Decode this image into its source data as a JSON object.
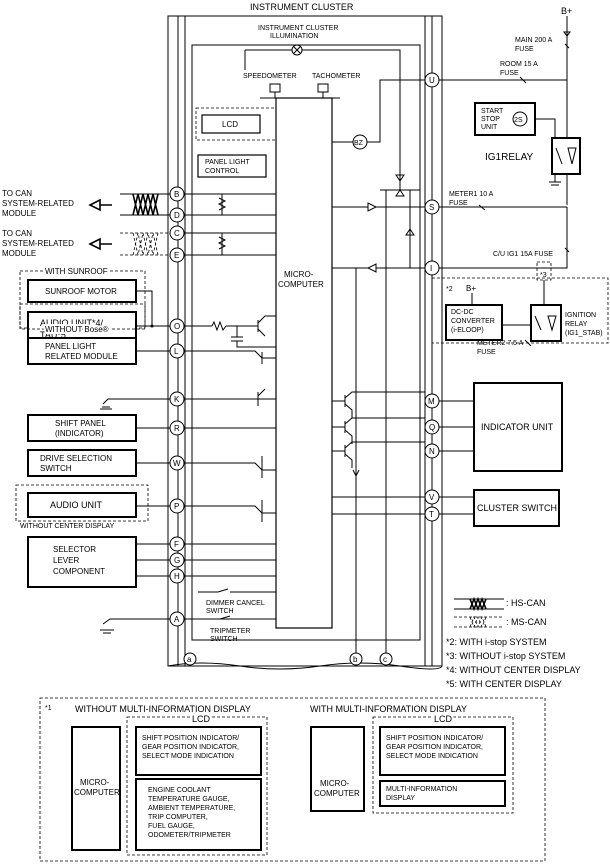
{
  "title": "INSTRUMENT CLUSTER",
  "supply": "B+",
  "top_labels": {
    "illumination": [
      "INSTRUMENT CLUSTER",
      "ILLUMINATION"
    ],
    "speedometer": "SPEEDOMETER",
    "tachometer": "TACHOMETER",
    "lcd": "LCD",
    "note1": "*1",
    "panel_light_control": [
      "PANEL LIGHT",
      "CONTROL"
    ],
    "buzzer": "BZ",
    "micro_computer": [
      "MICRO-",
      "COMPUTER"
    ]
  },
  "left_modules": {
    "can1": [
      "TO CAN",
      "SYSTEM-RELATED",
      "MODULE"
    ],
    "can2": [
      "TO CAN",
      "SYSTEM-RELATED",
      "MODULE"
    ],
    "with_sunroof": "WITH SUNROOF",
    "sunroof_motor": "SUNROOF MOTOR",
    "audio_tau": [
      "AUDIO UNIT*4/",
      "TAU*5"
    ],
    "without_bose": "WITHOUT Bose®",
    "panel_light_module": [
      "PANEL LIGHT",
      "RELATED MODULE"
    ],
    "shift_panel": [
      "SHIFT PANEL",
      "(INDICATOR)"
    ],
    "drive_selection": [
      "DRIVE SELECTION",
      "SWITCH"
    ],
    "audio_unit": "AUDIO UNIT",
    "without_center_display": "WITHOUT CENTER DISPLAY",
    "selector_lever": [
      "SELECTOR",
      "LEVER",
      "COMPONENT"
    ],
    "dimmer_cancel": [
      "DIMMER CANCEL",
      "SWITCH"
    ],
    "tripmeter": [
      "TRIPMETER",
      "SWITCH"
    ]
  },
  "terminals_left": [
    "B",
    "D",
    "C",
    "E",
    "O",
    "L",
    "K",
    "R",
    "W",
    "P",
    "F",
    "G",
    "H",
    "A"
  ],
  "terminals_right": [
    "U",
    "S",
    "I",
    "M",
    "Q",
    "N",
    "V",
    "T"
  ],
  "terminals_bottom": [
    "a",
    "b",
    "c"
  ],
  "right_modules": {
    "main_fuse": [
      "MAIN 200 A",
      "FUSE"
    ],
    "room_fuse": [
      "ROOM 15 A",
      "FUSE"
    ],
    "start_stop": [
      "START",
      "STOP",
      "UNIT"
    ],
    "two_s": "2S",
    "ig1_relay": "IG1RELAY",
    "meter1_fuse": [
      "METER1 10 A",
      "FUSE"
    ],
    "cu_ig1_fuse": "C/U IG1 15A FUSE",
    "note3": "*3",
    "note2": "*2",
    "dcdc": [
      "DC-DC",
      "CONVERTER",
      "(i-ELOOP)"
    ],
    "meter2_fuse": [
      "METER2 7.5 A",
      "FUSE"
    ],
    "ignition_relay": [
      "IGNITION",
      "RELAY",
      "(IG1_STAB)"
    ],
    "indicator_unit": "INDICATOR UNIT",
    "cluster_switch": "CLUSTER SWITCH"
  },
  "legend": {
    "hs_can": ": HS-CAN",
    "ms_can": ": MS-CAN",
    "notes": [
      "*2: WITH i-stop SYSTEM",
      "*3: WITHOUT i-stop SYSTEM",
      "*4: WITHOUT CENTER DISPLAY",
      "*5: WITH CENTER DISPLAY"
    ]
  },
  "footnote": {
    "mark": "*1",
    "without_mid": "WITHOUT MULTI-INFORMATION DISPLAY",
    "with_mid": "WITH MULTI-INFORMATION DISPLAY",
    "lcd": "LCD",
    "micro_computer": [
      "MICRO-",
      "COMPUTER"
    ],
    "shift_position": [
      "SHIFT POSITION INDICATOR/",
      "GEAR POSITION INDICATOR,",
      "SELECT MODE INDICATION"
    ],
    "gauges": [
      "ENGINE COOLANT",
      "TEMPERATURE GAUGE,",
      "AMBIENT TEMPERATURE,",
      "TRIP COMPUTER,",
      "FUEL GAUGE,",
      "ODOMETER/TRIPMETER"
    ],
    "multi_info": [
      "MULTI-INFORMATION",
      "DISPLAY"
    ]
  }
}
